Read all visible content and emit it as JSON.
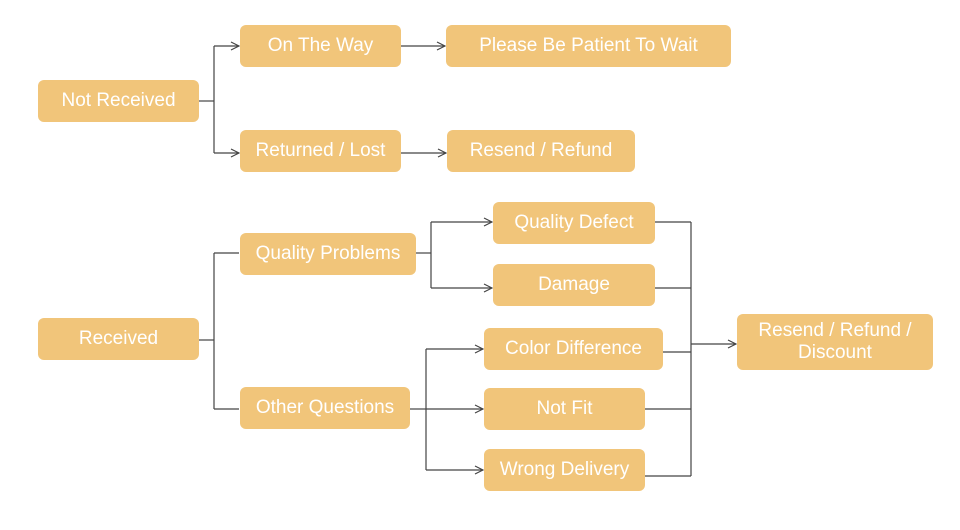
{
  "colors": {
    "node_fill": "#f1c57a",
    "connector": "#444444"
  },
  "nodes": {
    "not_received": "Not Received",
    "on_the_way": "On The Way",
    "please_wait": "Please Be Patient To Wait",
    "returned_lost": "Returned / Lost",
    "resend_refund": "Resend / Refund",
    "received": "Received",
    "quality_problems": "Quality Problems",
    "other_questions": "Other Questions",
    "quality_defect": "Quality Defect",
    "damage": "Damage",
    "color_difference": "Color Difference",
    "not_fit": "Not Fit",
    "wrong_delivery": "Wrong Delivery",
    "final_outcome": "Resend / Refund / Discount"
  }
}
